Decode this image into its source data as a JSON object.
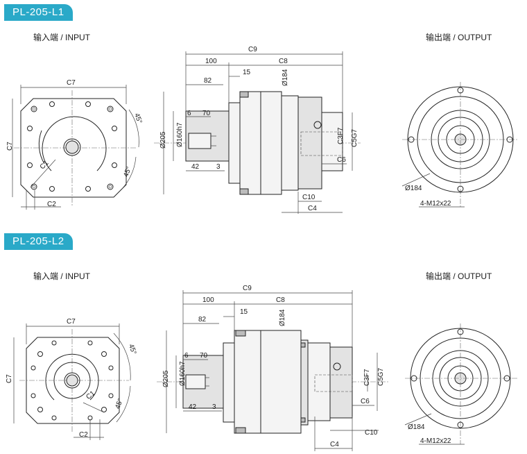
{
  "sections": [
    {
      "model": "PL-205-L1",
      "input_label": "输入端 / INPUT",
      "output_label": "输出端 / OUTPUT",
      "dims": {
        "c7_top": "C7",
        "c7_side": "C7",
        "c1": "C1",
        "c2": "C2",
        "angle1": "45°",
        "angle2": "45°",
        "c9": "C9",
        "d100": "100",
        "c8": "C8",
        "d82": "82",
        "d15": "15",
        "d184_side": "Ø184",
        "d6": "6",
        "d70": "70",
        "d205": "Ø205",
        "d160": "Ø160h7",
        "d42": "42",
        "d3": "3",
        "c3": "C3F7",
        "c5": "C5G7",
        "c6": "C6",
        "c10": "C10",
        "c4": "C4",
        "d184_out": "Ø184",
        "bolt": "4-M12x22"
      }
    },
    {
      "model": "PL-205-L2",
      "input_label": "输入端 / INPUT",
      "output_label": "输出端 / OUTPUT",
      "dims": {
        "c7_top": "C7",
        "c7_side": "C7",
        "c1": "C1",
        "c2": "C2",
        "angle1": "45°",
        "angle2": "45°",
        "c9": "C9",
        "d100": "100",
        "c8": "C8",
        "d82": "82",
        "d15": "15",
        "d184_side": "Ø184",
        "d6": "6",
        "d70": "70",
        "d205": "Ø205",
        "d160": "Ø160h7",
        "d42": "42",
        "d3": "3",
        "c3": "C3F7",
        "c5": "C5G7",
        "c6": "C6",
        "c10": "C10",
        "c4": "C4",
        "d184_out": "Ø184",
        "bolt": "4-M12x22"
      }
    }
  ],
  "colors": {
    "badge": "#2aa9c8",
    "line": "#222222"
  }
}
